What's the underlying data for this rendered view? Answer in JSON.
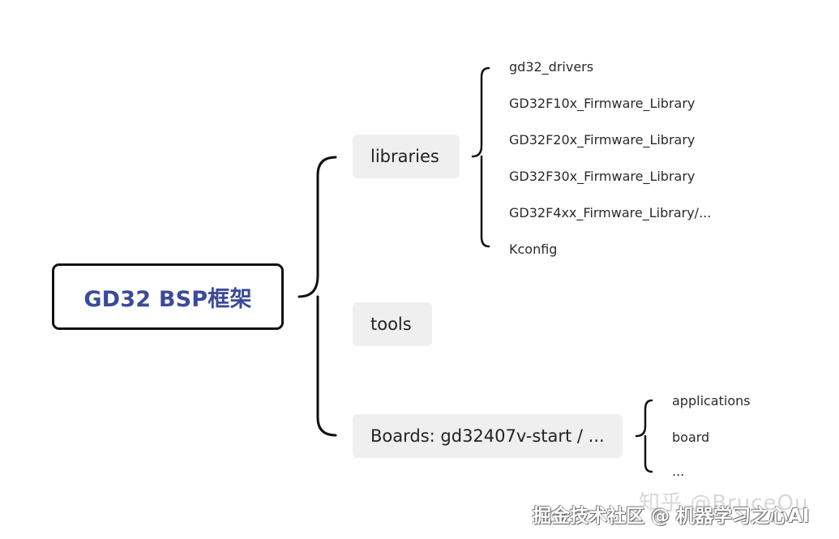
{
  "root": {
    "label": "GD32 BSP框架"
  },
  "branches": [
    {
      "label": "libraries",
      "children": [
        "gd32_drivers",
        "GD32F10x_Firmware_Library",
        "GD32F20x_Firmware_Library",
        "GD32F30x_Firmware_Library",
        "GD32F4xx_Firmware_Library/...",
        "Kconfig"
      ]
    },
    {
      "label": "tools",
      "children": []
    },
    {
      "label": "Boards: gd32407v-start / ...",
      "children": [
        "applications",
        "board",
        "..."
      ]
    }
  ],
  "watermark": {
    "ghost": "知乎 @BruceOu",
    "main": "掘金技术社区 @ 机器学习之心AI"
  }
}
